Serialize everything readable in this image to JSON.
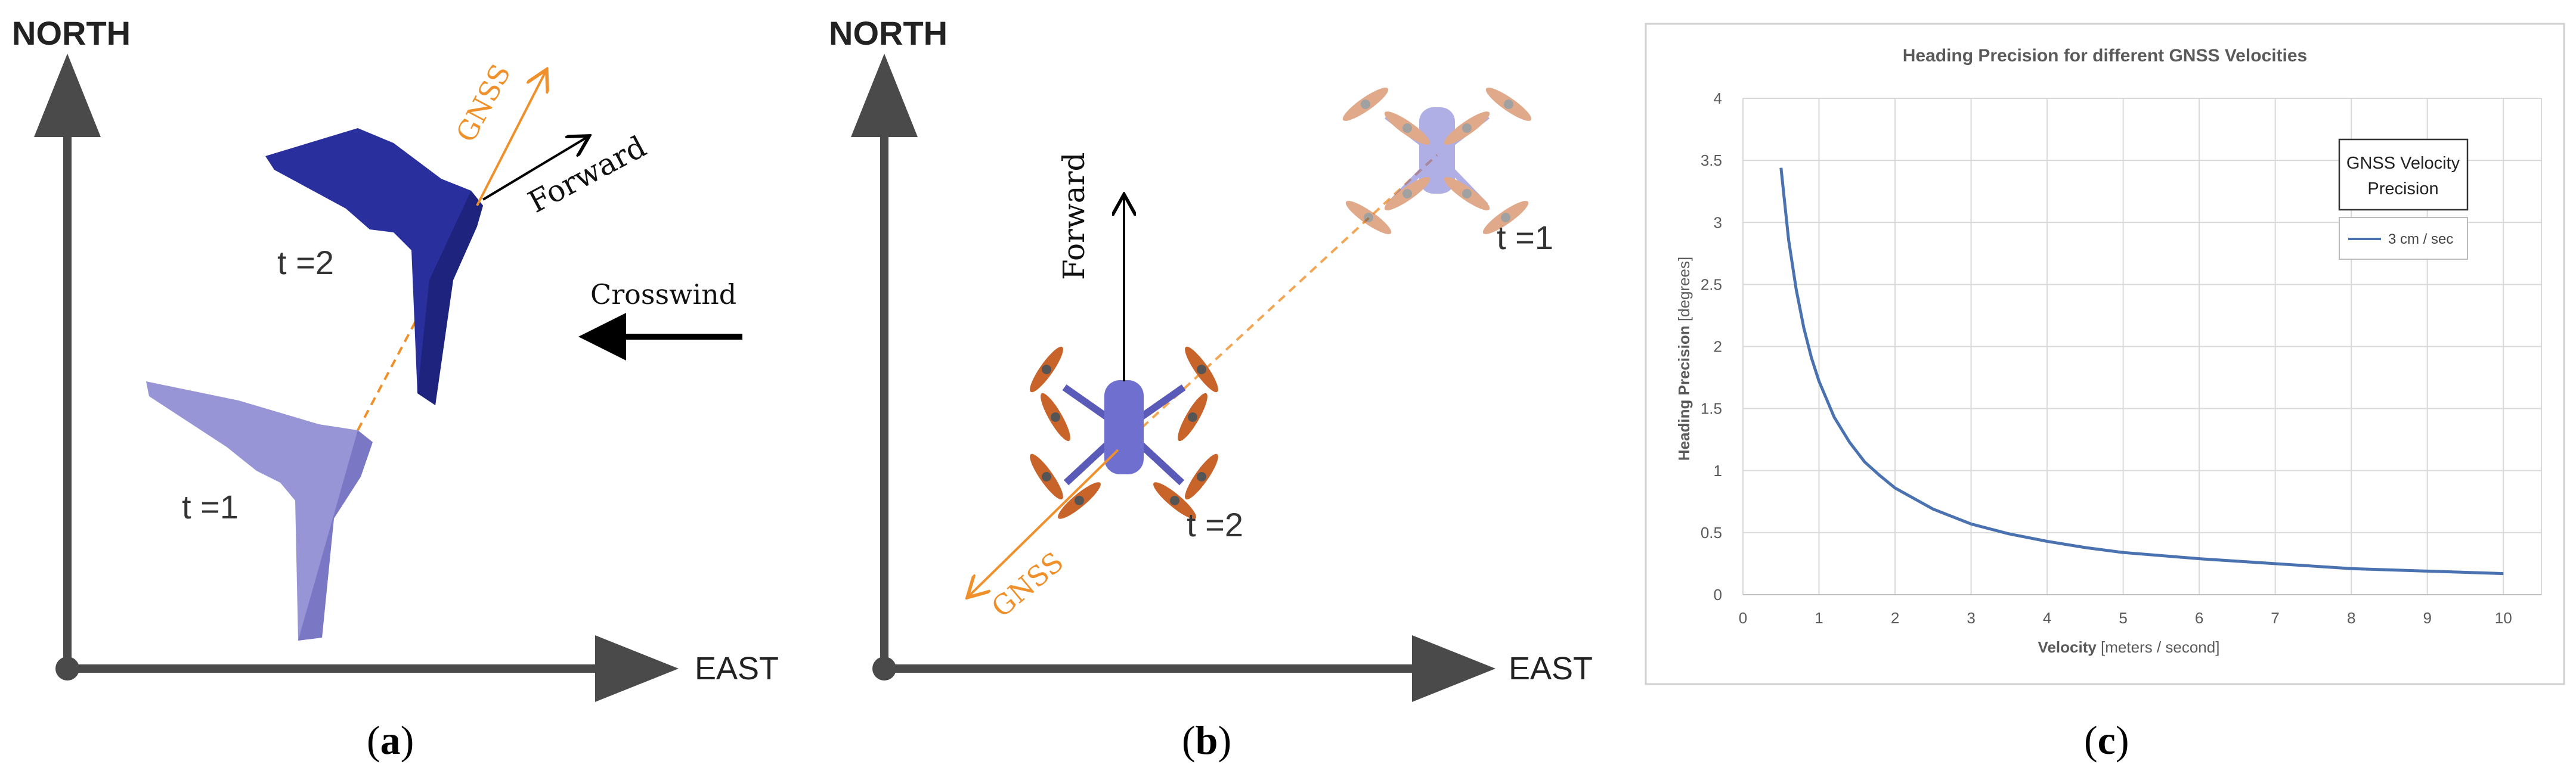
{
  "panel_a": {
    "north_label": "NORTH",
    "east_label": "EAST",
    "gnss_label": "GNSS",
    "forward_label": "Forward",
    "crosswind_label": "Crosswind",
    "t1_label": "t =1",
    "t2_label": "t =2",
    "caption_open": "(",
    "caption_letter": "a",
    "caption_close": ")"
  },
  "panel_b": {
    "north_label": "NORTH",
    "east_label": "EAST",
    "gnss_label": "GNSS",
    "forward_label": "Forward",
    "t1_label": "t =1",
    "t2_label": "t =2",
    "caption_open": "(",
    "caption_letter": "b",
    "caption_close": ")"
  },
  "panel_c": {
    "caption_open": "(",
    "caption_letter": "c",
    "caption_close": ")"
  },
  "colors": {
    "gnss_orange": "#f0902a",
    "wing_dark": "#2a2f9e",
    "wing_light": "#8c8ad0",
    "drone_body": "#6f6fd0",
    "prop_orange": "#c8632a",
    "axis_gray": "#4a4a4a",
    "curve_blue": "#4a72b0"
  },
  "chart_data": {
    "type": "line",
    "title": "Heading Precision for different GNSS Velocities",
    "xlabel_bold": "Velocity",
    "xlabel_rest": " [meters / second]",
    "ylabel_bold": "Heading Precision",
    "ylabel_rest": "  [degrees]",
    "xlim": [
      0,
      10.5
    ],
    "ylim": [
      0,
      4
    ],
    "x_ticks": [
      "0",
      "1",
      "2",
      "3",
      "4",
      "5",
      "6",
      "7",
      "8",
      "9",
      "10"
    ],
    "y_ticks": [
      "0",
      "0.5",
      "1",
      "1.5",
      "2",
      "2.5",
      "3",
      "3.5",
      "4"
    ],
    "grid": true,
    "legend_title": "GNSS Velocity Precision",
    "legend_position": "top-right",
    "series": [
      {
        "name": "3 cm / sec",
        "x": [
          0.5,
          0.6,
          0.7,
          0.8,
          0.9,
          1.0,
          1.2,
          1.4,
          1.6,
          1.8,
          2.0,
          2.5,
          3.0,
          3.5,
          4.0,
          4.5,
          5.0,
          6.0,
          7.0,
          8.0,
          9.0,
          10.0
        ],
        "y": [
          3.44,
          2.86,
          2.46,
          2.15,
          1.91,
          1.72,
          1.43,
          1.23,
          1.07,
          0.96,
          0.86,
          0.69,
          0.57,
          0.49,
          0.43,
          0.38,
          0.34,
          0.29,
          0.25,
          0.21,
          0.19,
          0.17
        ]
      }
    ]
  }
}
